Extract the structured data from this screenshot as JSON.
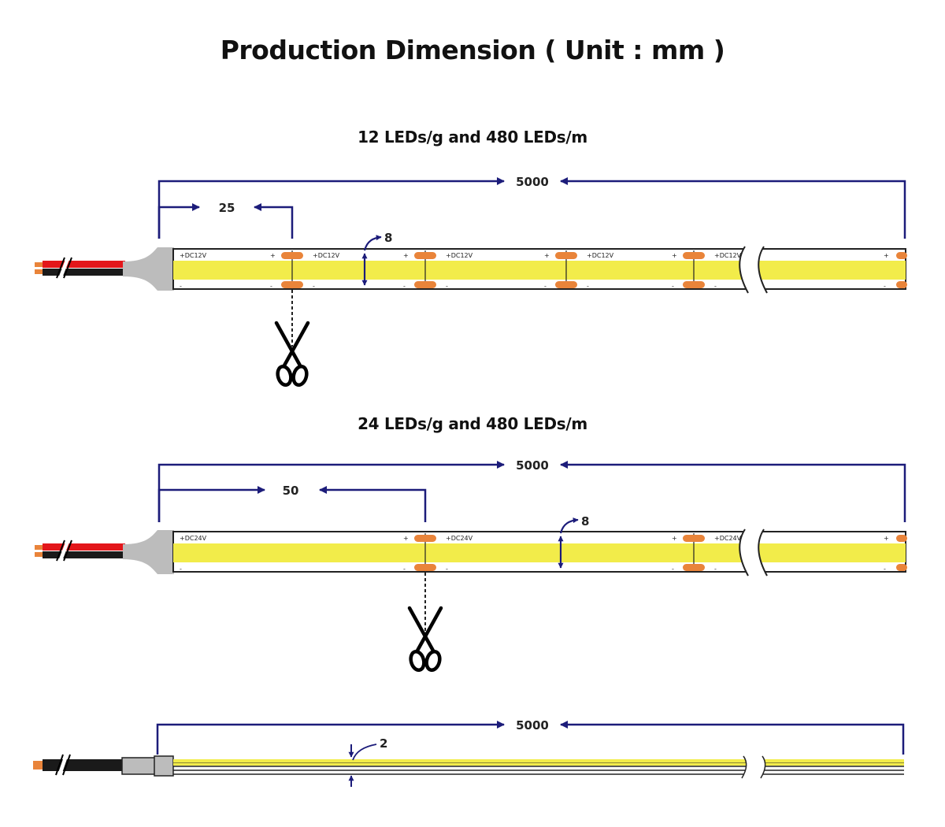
{
  "title": "Production Dimension ( Unit : mm )",
  "sections": [
    {
      "heading": "12 LEDs/g and 480 LEDs/m",
      "total_length": "5000",
      "cut_length": "25",
      "width": "8",
      "voltage_label": "+DC12V",
      "plus": "+",
      "minus": "-"
    },
    {
      "heading": "24 LEDs/g and 480 LEDs/m",
      "total_length": "5000",
      "cut_length": "50",
      "width": "8",
      "voltage_label": "+DC24V",
      "plus": "+",
      "minus": "-"
    },
    {
      "total_length": "5000",
      "thickness": "2"
    }
  ],
  "colors": {
    "dimension_line": "#1c1c7a",
    "led_yellow": "#f2ec4a",
    "pad_orange": "#e9843a",
    "wire_red": "#e3161a",
    "wire_black": "#1a1a1a",
    "connector_gray": "#bcbcbc"
  }
}
